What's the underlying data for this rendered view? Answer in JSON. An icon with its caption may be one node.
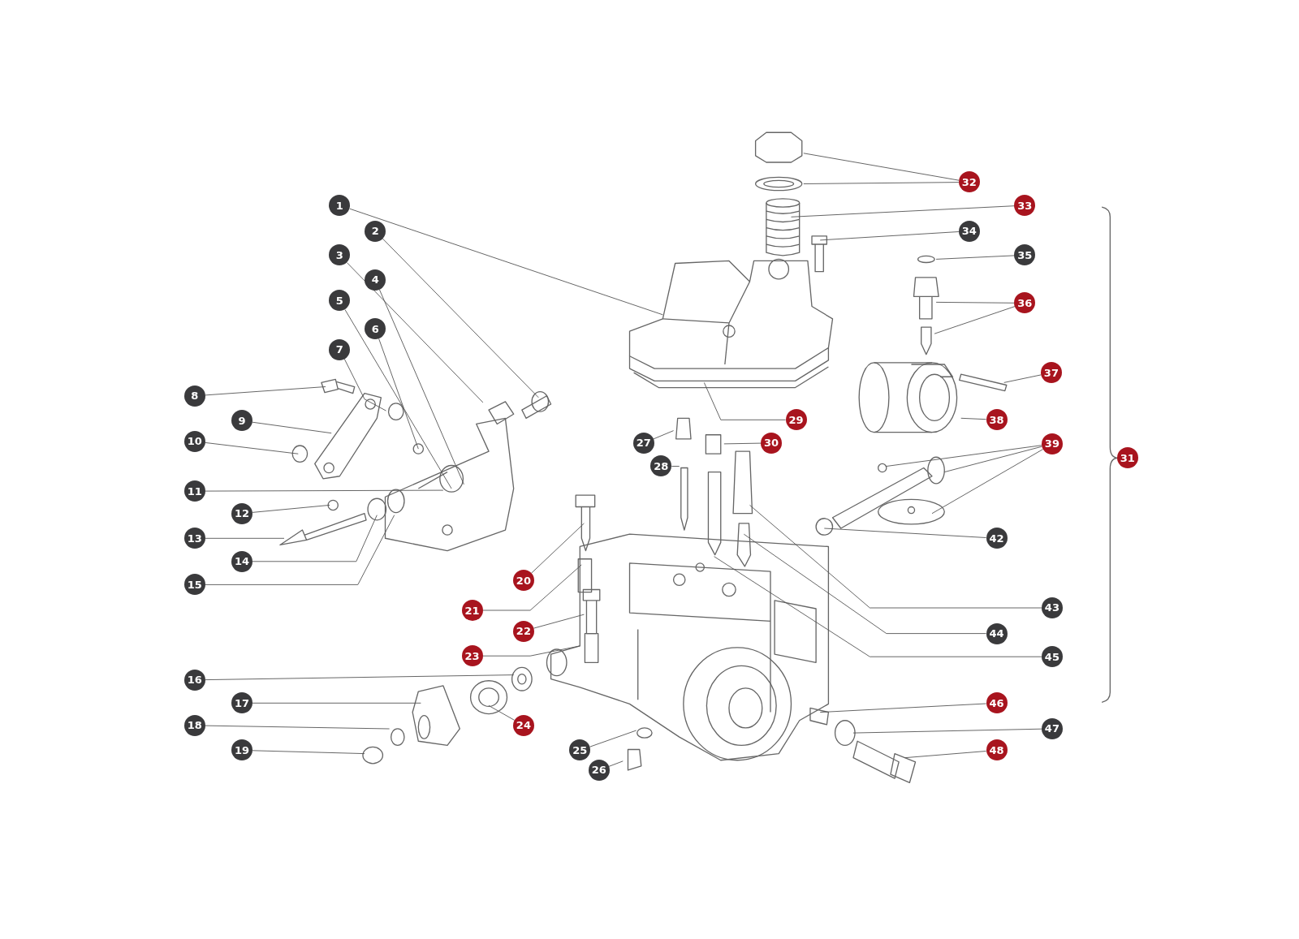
{
  "diagram": {
    "nodes": [
      {
        "text": [
          "1"
        ]
      },
      {
        "text": [
          "2"
        ]
      },
      {
        "text": [
          "3"
        ]
      },
      {
        "text": [
          "4"
        ]
      },
      {
        "text": [
          "5"
        ]
      },
      {
        "text": [
          "6"
        ]
      },
      {
        "text": [
          "7"
        ]
      },
      {
        "text": [
          "8"
        ]
      },
      {
        "text": [
          "9"
        ]
      },
      {
        "text": [
          "10"
        ]
      },
      {
        "text": [
          "11"
        ]
      },
      {
        "text": [
          "12"
        ]
      },
      {
        "text": [
          "13"
        ]
      },
      {
        "text": [
          "14"
        ]
      },
      {
        "text": [
          "15"
        ]
      },
      {
        "text": [
          "16"
        ]
      },
      {
        "text": [
          "17"
        ]
      },
      {
        "text": [
          "18"
        ]
      },
      {
        "text": [
          "19"
        ]
      },
      {
        "text": [
          "20"
        ]
      },
      {
        "text": [
          "21"
        ]
      },
      {
        "text": [
          "22"
        ]
      },
      {
        "text": [
          "23"
        ]
      },
      {
        "text": [
          "24"
        ]
      },
      {
        "text": [
          "25"
        ]
      },
      {
        "text": [
          "26"
        ]
      },
      {
        "text": [
          "27"
        ]
      },
      {
        "text": [
          "28"
        ]
      },
      {
        "text": [
          "29"
        ]
      },
      {
        "text": [
          "30"
        ]
      },
      {
        "text": [
          "32"
        ]
      },
      {
        "text": [
          "33"
        ]
      },
      {
        "text": [
          "34"
        ]
      },
      {
        "text": [
          "35"
        ]
      },
      {
        "text": [
          "36"
        ]
      },
      {
        "text": [
          "37"
        ]
      },
      {
        "text": [
          "38"
        ]
      },
      {
        "text": [
          "39"
        ]
      },
      {
        "text": [
          "42"
        ]
      },
      {
        "text": [
          "43"
        ]
      },
      {
        "text": [
          "44"
        ]
      },
      {
        "text": [
          "45"
        ]
      },
      {
        "text": [
          "46"
        ]
      },
      {
        "text": [
          "47"
        ]
      },
      {
        "text": [
          "48"
        ]
      },
      {
        "text": [
          "31"
        ]
      }
    ],
    "edges": [
      {
        "from": 0,
        "to": null,
        "arrow": "none"
      },
      {
        "from": 1,
        "to": null,
        "arrow": "none"
      },
      {
        "from": 2,
        "to": null,
        "arrow": "none"
      },
      {
        "from": 3,
        "to": null,
        "arrow": "none"
      },
      {
        "from": 4,
        "to": null,
        "arrow": "none"
      },
      {
        "from": 5,
        "to": null,
        "arrow": "none"
      },
      {
        "from": 6,
        "to": null,
        "arrow": "none"
      },
      {
        "from": 7,
        "to": null,
        "arrow": "none"
      },
      {
        "from": 8,
        "to": null,
        "arrow": "none"
      },
      {
        "from": 9,
        "to": null,
        "arrow": "none"
      },
      {
        "from": 10,
        "to": null,
        "arrow": "none"
      },
      {
        "from": 11,
        "to": null,
        "arrow": "none"
      },
      {
        "from": 12,
        "to": null,
        "arrow": "none"
      },
      {
        "from": 13,
        "to": null,
        "arrow": "none"
      },
      {
        "from": 14,
        "to": null,
        "arrow": "none"
      },
      {
        "from": 15,
        "to": null,
        "arrow": "none"
      },
      {
        "from": 16,
        "to": null,
        "arrow": "none"
      },
      {
        "from": 17,
        "to": null,
        "arrow": "none"
      },
      {
        "from": 18,
        "to": null,
        "arrow": "none"
      },
      {
        "from": 19,
        "to": null,
        "arrow": "none"
      },
      {
        "from": 20,
        "to": null,
        "arrow": "none"
      },
      {
        "from": 21,
        "to": null,
        "arrow": "none"
      },
      {
        "from": 22,
        "to": null,
        "arrow": "none"
      },
      {
        "from": 23,
        "to": null,
        "arrow": "none"
      },
      {
        "from": 24,
        "to": null,
        "arrow": "none"
      },
      {
        "from": 25,
        "to": null,
        "arrow": "none"
      },
      {
        "from": 26,
        "to": null,
        "arrow": "none"
      },
      {
        "from": 27,
        "to": null,
        "arrow": "none"
      },
      {
        "from": 28,
        "to": null,
        "arrow": "none"
      },
      {
        "from": 29,
        "to": null,
        "arrow": "none"
      },
      {
        "from": 30,
        "to": null,
        "arrow": "none"
      },
      {
        "from": 30,
        "to": null,
        "arrow": "none"
      },
      {
        "from": 31,
        "to": null,
        "arrow": "none"
      },
      {
        "from": 32,
        "to": null,
        "arrow": "none"
      },
      {
        "from": 33,
        "to": null,
        "arrow": "none"
      },
      {
        "from": 34,
        "to": null,
        "arrow": "none"
      },
      {
        "from": 34,
        "to": null,
        "arrow": "none"
      },
      {
        "from": 35,
        "to": null,
        "arrow": "none"
      },
      {
        "from": 36,
        "to": null,
        "arrow": "none"
      },
      {
        "from": 37,
        "to": null,
        "arrow": "none"
      },
      {
        "from": 37,
        "to": null,
        "arrow": "none"
      },
      {
        "from": 37,
        "to": null,
        "arrow": "none"
      },
      {
        "from": 38,
        "to": null,
        "arrow": "none"
      },
      {
        "from": 39,
        "to": null,
        "arrow": "none"
      },
      {
        "from": 40,
        "to": null,
        "arrow": "none"
      },
      {
        "from": 41,
        "to": null,
        "arrow": "none"
      },
      {
        "from": 42,
        "to": null,
        "arrow": "none"
      },
      {
        "from": 43,
        "to": null,
        "arrow": "none"
      },
      {
        "from": 44,
        "to": null,
        "arrow": "none"
      }
    ]
  }
}
